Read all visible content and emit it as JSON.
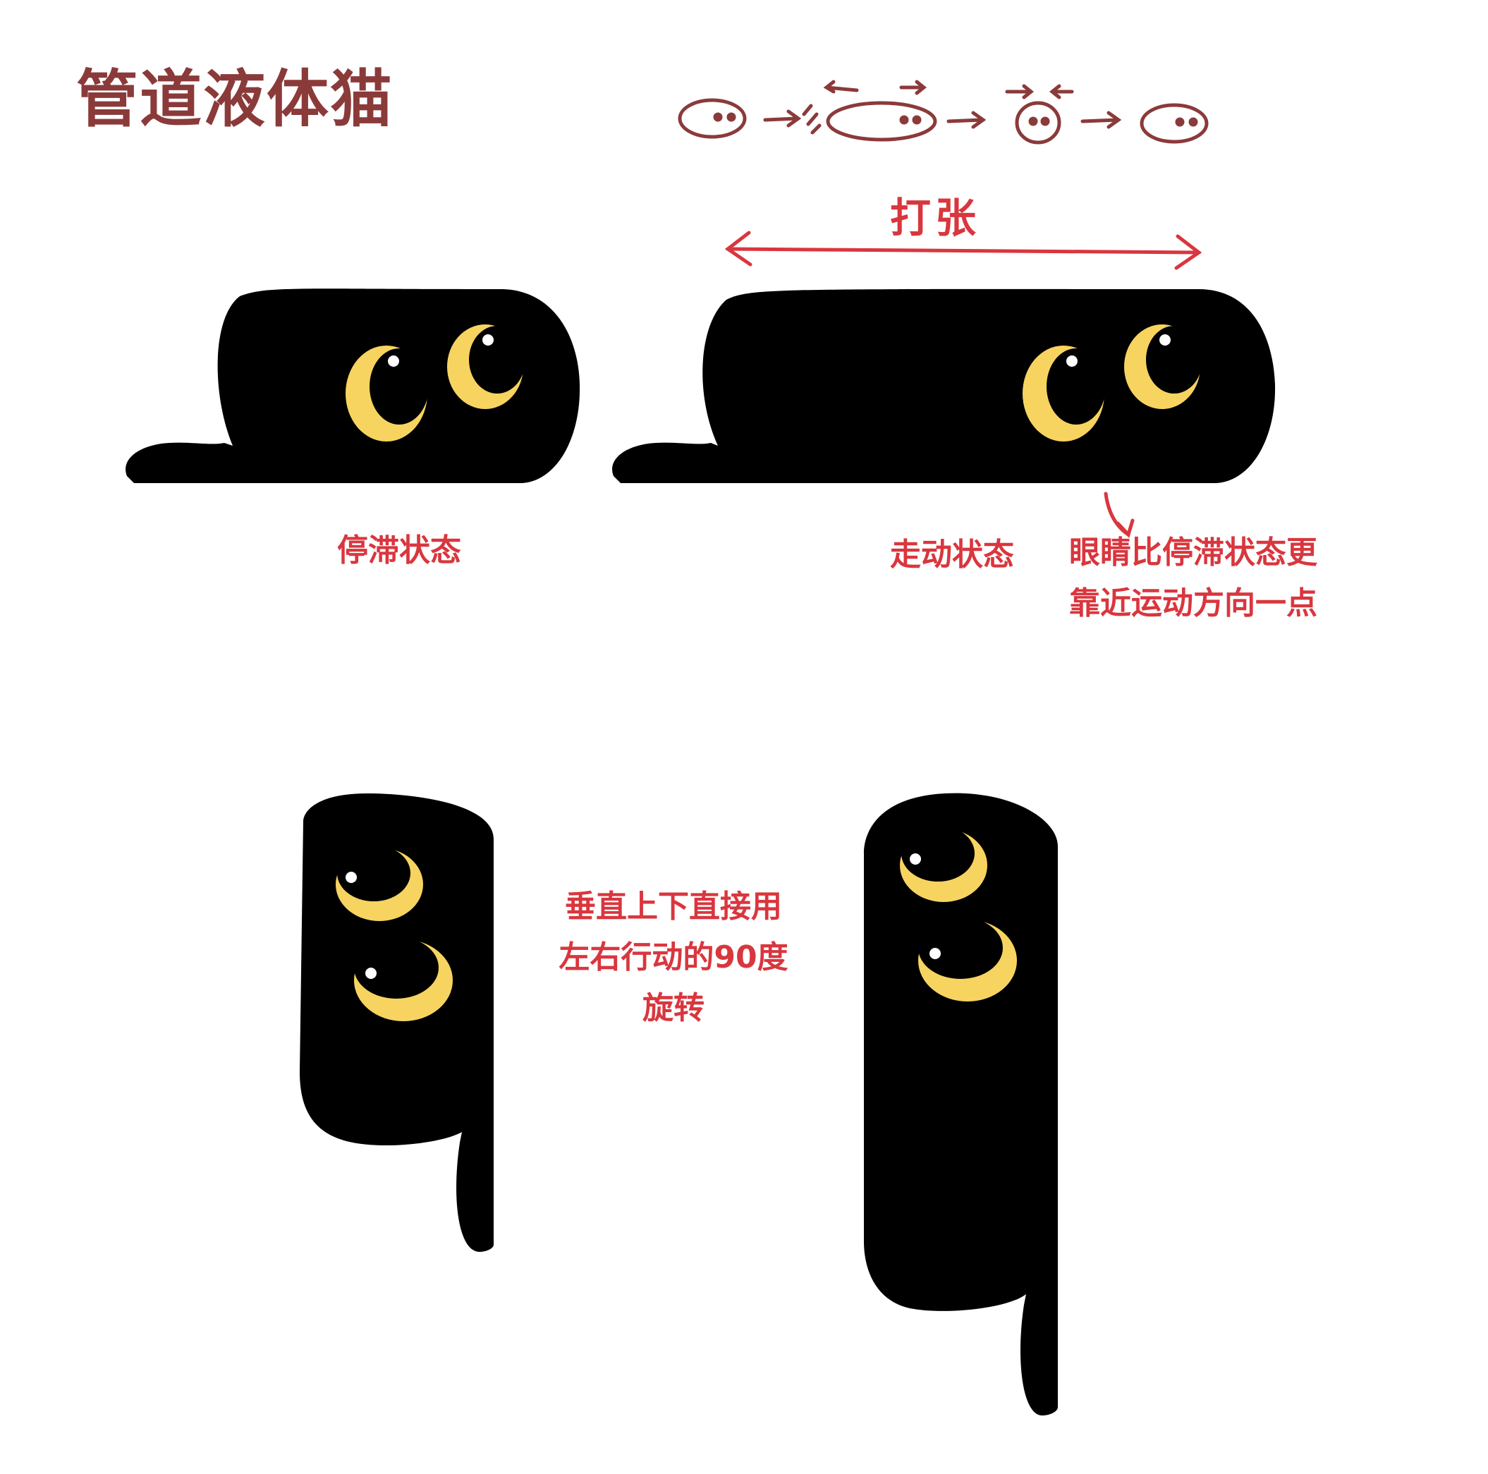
{
  "title": "管道液体猫",
  "labels": {
    "idle_state": "停滞状态",
    "walking_state": "走动状态",
    "expand": "打张"
  },
  "notes": {
    "eyes_note": [
      "眼睛比停滞状态更",
      "靠近运动方向一点"
    ],
    "rotation_note": [
      "垂直上下直接用",
      "左右行动的90度",
      "旋转"
    ]
  },
  "colors": {
    "title": "#8b3a3a",
    "annotation": "#d9363e",
    "sketch": "#8b3a3a",
    "cat_body": "#000000",
    "eye": "#f7d460"
  },
  "sketch_sequence": [
    "normal",
    "stretched",
    "compressed",
    "normal"
  ]
}
